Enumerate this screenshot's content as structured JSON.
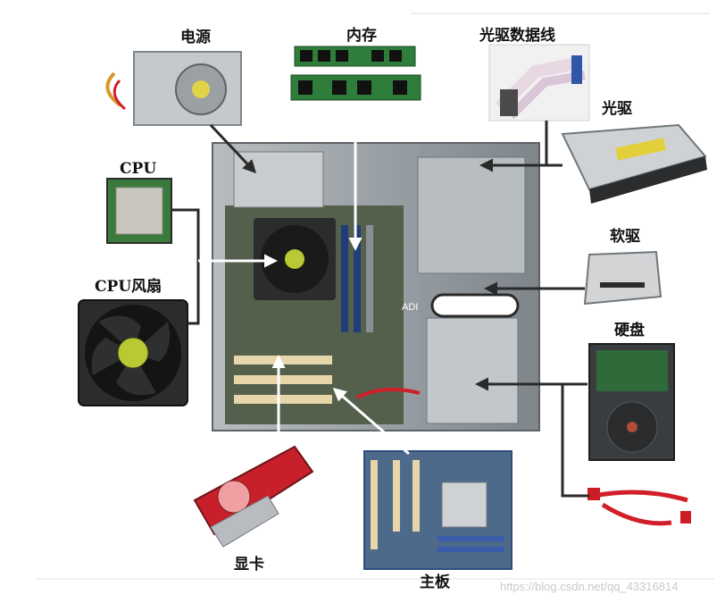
{
  "labels": {
    "psu": "电源",
    "ram": "内存",
    "cable": "光驱数据线",
    "optical": "光驱",
    "cpu": "CPU",
    "floppy": "软驱",
    "cpu_fan": "CPU风扇",
    "hdd": "硬盘",
    "gpu": "显卡",
    "motherboard": "主板"
  },
  "case_text": "ADI",
  "watermark": "https://blog.csdn.net/qq_43316814",
  "colors": {
    "arrow_white": "#ffffff",
    "arrow_dark": "#2a2a2a",
    "pcb_green": "#2f6b3a",
    "pcb_blue": "#2e4f80",
    "case_gray": "#9aa0a4",
    "gpu_red": "#c8202a"
  }
}
